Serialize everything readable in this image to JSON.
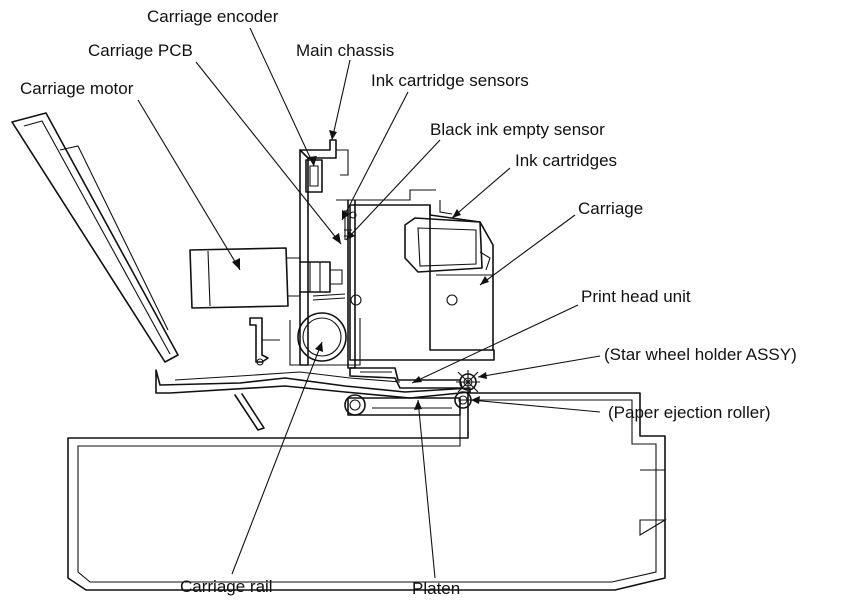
{
  "labels": {
    "carriage_encoder": "Carriage encoder",
    "carriage_pcb": "Carriage PCB",
    "main_chassis": "Main chassis",
    "carriage_motor": "Carriage motor",
    "ink_cartridge_sensors": "Ink cartridge sensors",
    "black_ink_empty_sensor": "Black ink empty sensor",
    "ink_cartridges": "Ink cartridges",
    "carriage": "Carriage",
    "print_head_unit": "Print head unit",
    "star_wheel_holder_assy": "(Star wheel holder ASSY)",
    "paper_ejection_roller": "(Paper ejection roller)",
    "carriage_rail": "Carriage rail",
    "platen": "Platen"
  }
}
